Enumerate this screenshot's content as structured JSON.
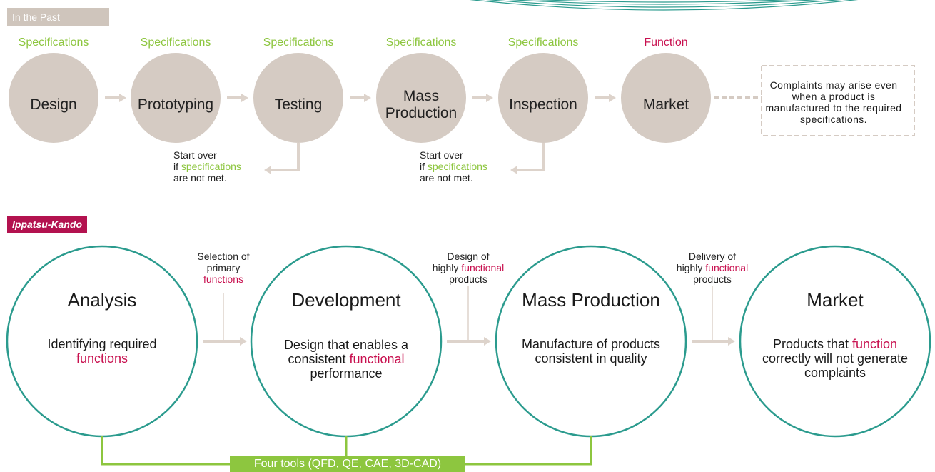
{
  "past": {
    "tag": "In the Past",
    "labels": [
      "Specifications",
      "Specifications",
      "Specifications",
      "Specifications",
      "Specifications",
      "Function"
    ],
    "steps": [
      "Design",
      "Prototyping",
      "Testing",
      "Mass\nProduction",
      "Inspection",
      "Market"
    ],
    "restart_notes": [
      {
        "line1": "Start over",
        "prefix": "if ",
        "highlight": "specifications",
        "line3": "are not met."
      },
      {
        "line1": "Start over",
        "prefix": "if ",
        "highlight": "specifications",
        "line3": "are not met."
      }
    ],
    "complaint": "Complaints may arise even when a product is manufactured to the required specifications."
  },
  "ippatsu": {
    "tag": "Ippatsu-Kando",
    "transitions": [
      {
        "line1": "Selection of",
        "line2": "primary",
        "highlight": "functions"
      },
      {
        "line1": "Design of",
        "line2_prefix": "highly ",
        "highlight": "functional",
        "line3": "products"
      },
      {
        "line1": "Delivery of",
        "line2_prefix": "highly ",
        "highlight": "functional",
        "line3": "products"
      }
    ],
    "stages": [
      {
        "title": "Analysis",
        "desc_pre": "Identifying required",
        "desc_hl": "functions",
        "desc_post": ""
      },
      {
        "title": "Development",
        "desc_pre": "Design that enables a consistent",
        "desc_hl": "functional",
        "desc_post": "performance"
      },
      {
        "title": "Mass Production",
        "desc_pre": "Manufacture of products consistent in quality",
        "desc_hl": "",
        "desc_post": ""
      },
      {
        "title": "Market",
        "desc_pre": "Products that",
        "desc_hl": "function",
        "desc_post": "correctly will not generate complaints"
      }
    ],
    "tools": "Four tools (QFD, QE, CAE, 3D-CAD)"
  },
  "colors": {
    "beige": "#d5cbc3",
    "teal": "#2b9b8e",
    "green": "#8dc63f",
    "crimson": "#c8104f",
    "arrow": "#ddd3cb"
  }
}
